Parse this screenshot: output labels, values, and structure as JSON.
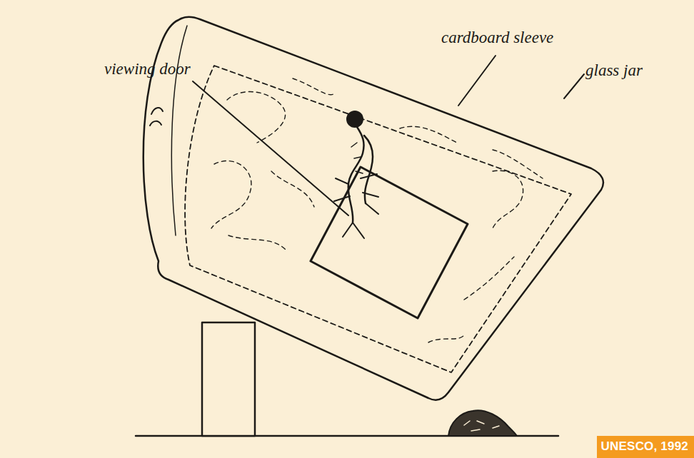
{
  "diagram": {
    "nodes": [
      {
        "text": [
          "UNESCO, 1992"
        ]
      }
    ],
    "labels": [
      "viewing door",
      "cardboard sleeve",
      "glass jar"
    ]
  }
}
